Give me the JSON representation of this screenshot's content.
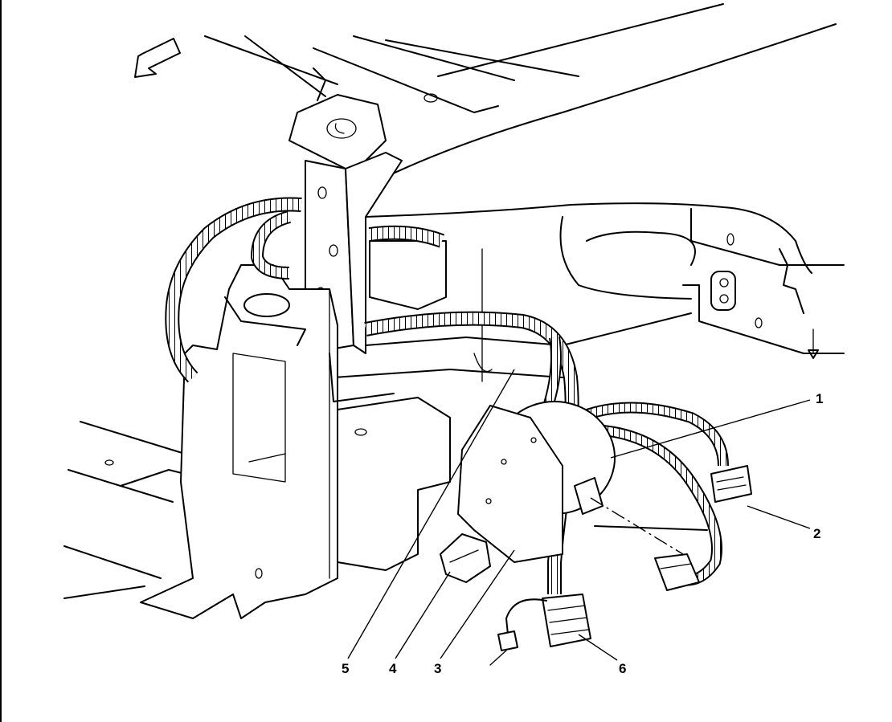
{
  "figure": {
    "callouts": [
      {
        "id": "1",
        "label": "1"
      },
      {
        "id": "2",
        "label": "2"
      },
      {
        "id": "3",
        "label": "3"
      },
      {
        "id": "4",
        "label": "4"
      },
      {
        "id": "5",
        "label": "5"
      },
      {
        "id": "6",
        "label": "6"
      }
    ],
    "direction_arrow_icon": "front-arrow-icon",
    "colors": {
      "line": "#000000",
      "background": "#ffffff"
    }
  }
}
